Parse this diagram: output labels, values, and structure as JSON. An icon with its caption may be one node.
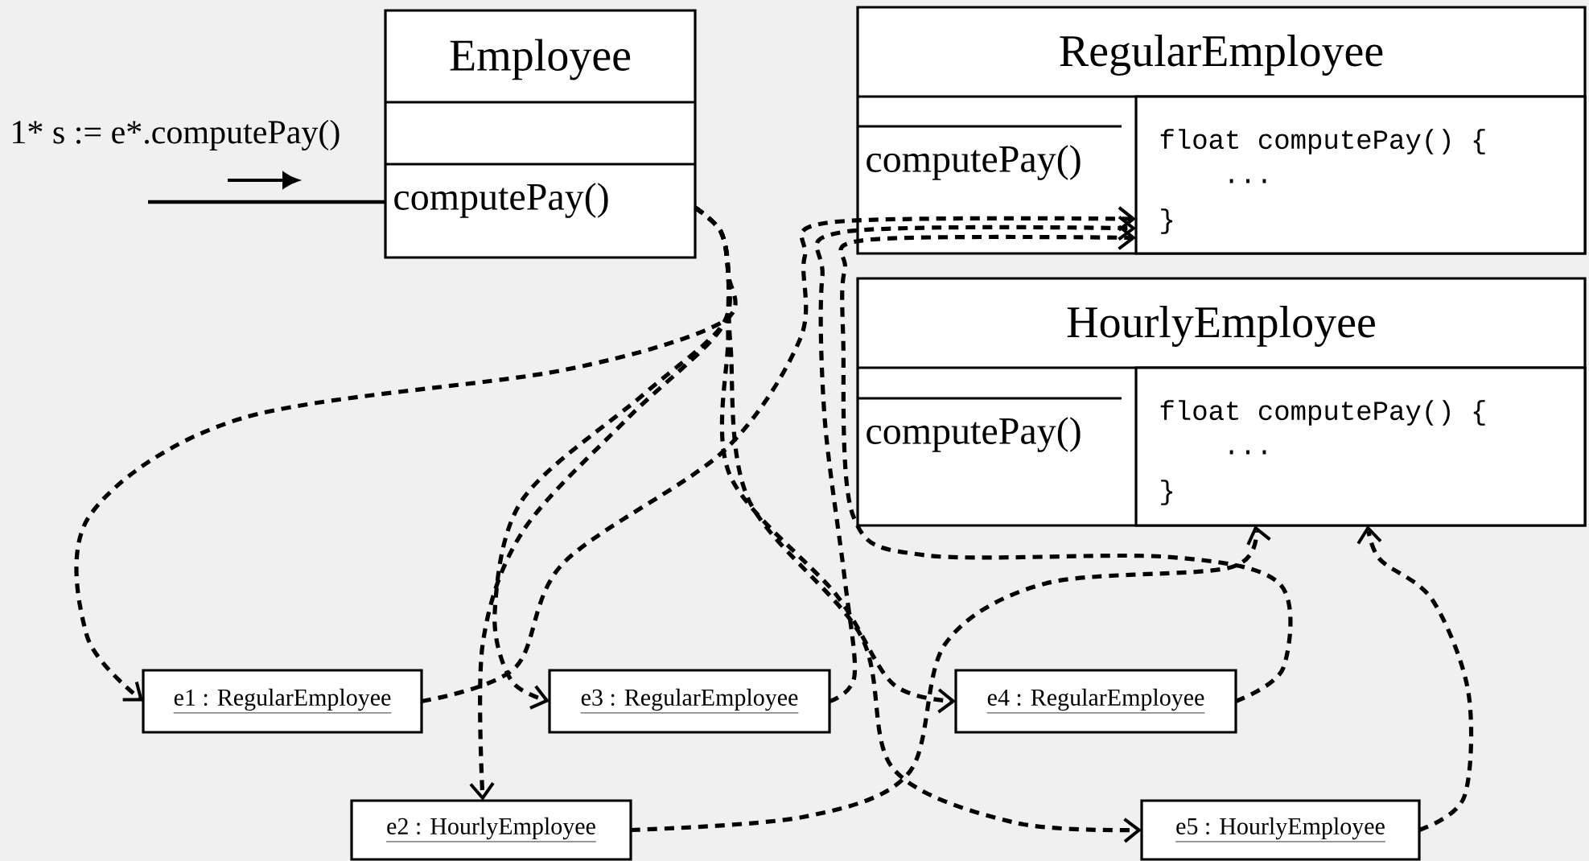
{
  "diagram": {
    "nodes": [
      {
        "text": [
          "Employee",
          "computePay()"
        ]
      },
      {
        "text": [
          "RegularEmployee",
          "computePay()"
        ]
      },
      {
        "text": [
          "float computePay() {",
          "...",
          "}"
        ],
        "in": 1
      },
      {
        "text": [
          "HourlyEmployee",
          "computePay()"
        ]
      },
      {
        "text": [
          "float computePay() {",
          "...",
          "}"
        ],
        "in": 3
      },
      {
        "text": [
          "e1 : RegularEmployee"
        ]
      },
      {
        "text": [
          "e2 : HourlyEmployee"
        ]
      },
      {
        "text": [
          "e3 : RegularEmployee"
        ]
      },
      {
        "text": [
          "e4 : RegularEmployee"
        ]
      },
      {
        "text": [
          "e5 : HourlyEmployee"
        ]
      }
    ],
    "edges": [
      {
        "from": null,
        "to": 0,
        "arrow": "none",
        "label": "1* s := e*.computePay()"
      },
      {
        "from": 0,
        "to": 5,
        "arrow": "to",
        "style": "dashed"
      },
      {
        "from": 0,
        "to": 6,
        "arrow": "to",
        "style": "dashed"
      },
      {
        "from": 0,
        "to": 7,
        "arrow": "to",
        "style": "dashed"
      },
      {
        "from": 0,
        "to": 8,
        "arrow": "to",
        "style": "dashed"
      },
      {
        "from": 0,
        "to": 9,
        "arrow": "to",
        "style": "dashed"
      },
      {
        "from": 5,
        "to": 2,
        "arrow": "to",
        "style": "dashed"
      },
      {
        "from": 7,
        "to": 2,
        "arrow": "to",
        "style": "dashed"
      },
      {
        "from": 8,
        "to": 2,
        "arrow": "to",
        "style": "dashed"
      },
      {
        "from": 6,
        "to": 4,
        "arrow": "to",
        "style": "dashed"
      },
      {
        "from": 9,
        "to": 4,
        "arrow": "to",
        "style": "dashed"
      }
    ]
  }
}
